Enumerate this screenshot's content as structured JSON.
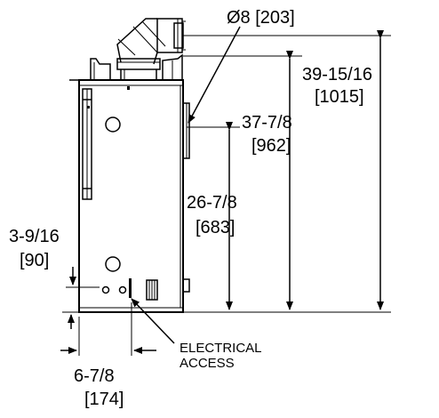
{
  "dimensions": {
    "vent_diameter": "Ø8 [203]",
    "overall_height_in": "39-15/16",
    "overall_height_mm": "[1015]",
    "vent_center_height_in": "37-7/8",
    "vent_center_height_mm": "[962]",
    "side_opening_height_in": "26-7/8",
    "side_opening_height_mm": "[683]",
    "access_height_in": "3-9/16",
    "access_height_mm": "[90]",
    "access_offset_in": "6-7/8",
    "access_offset_mm": "[174]"
  },
  "callouts": {
    "electrical_line1": "ELECTRICAL",
    "electrical_line2": "ACCESS"
  }
}
